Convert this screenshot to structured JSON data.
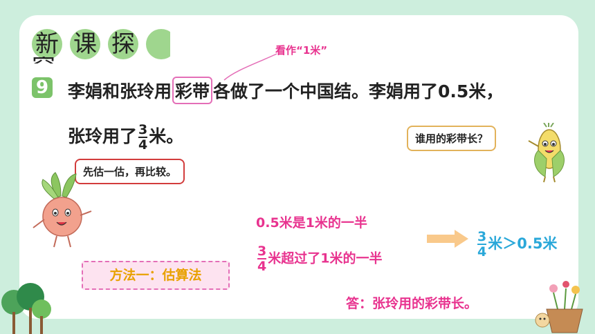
{
  "title": [
    "新",
    "课",
    "探",
    "究"
  ],
  "problem": {
    "number": "9",
    "line1_before": "李娟和张玲用",
    "line1_highlight": "彩带",
    "line1_after": "各做了一个中国结。李娟用了0.5米，",
    "line2_before": "张玲用了",
    "line2_frac_num": "3",
    "line2_frac_den": "4",
    "line2_after": "米。"
  },
  "callout_note": "看作“1米”",
  "bubble_corn": "谁用的彩带长？",
  "bubble_radish": "先估一估，再比较。",
  "method_label": "方法一：估算法",
  "reason1": "0.5米是1米的一半",
  "reason2_num": "3",
  "reason2_den": "4",
  "reason2_text": "米超过了1米的一半",
  "conclusion_num": "3",
  "conclusion_den": "4",
  "conclusion_text": "米＞0.5米",
  "answer": "答：张玲用的彩带长。",
  "colors": {
    "background": "#cdeedd",
    "accent_pink": "#e8338f",
    "accent_blue": "#2aa8d9",
    "badge_green": "#7cc36a"
  }
}
